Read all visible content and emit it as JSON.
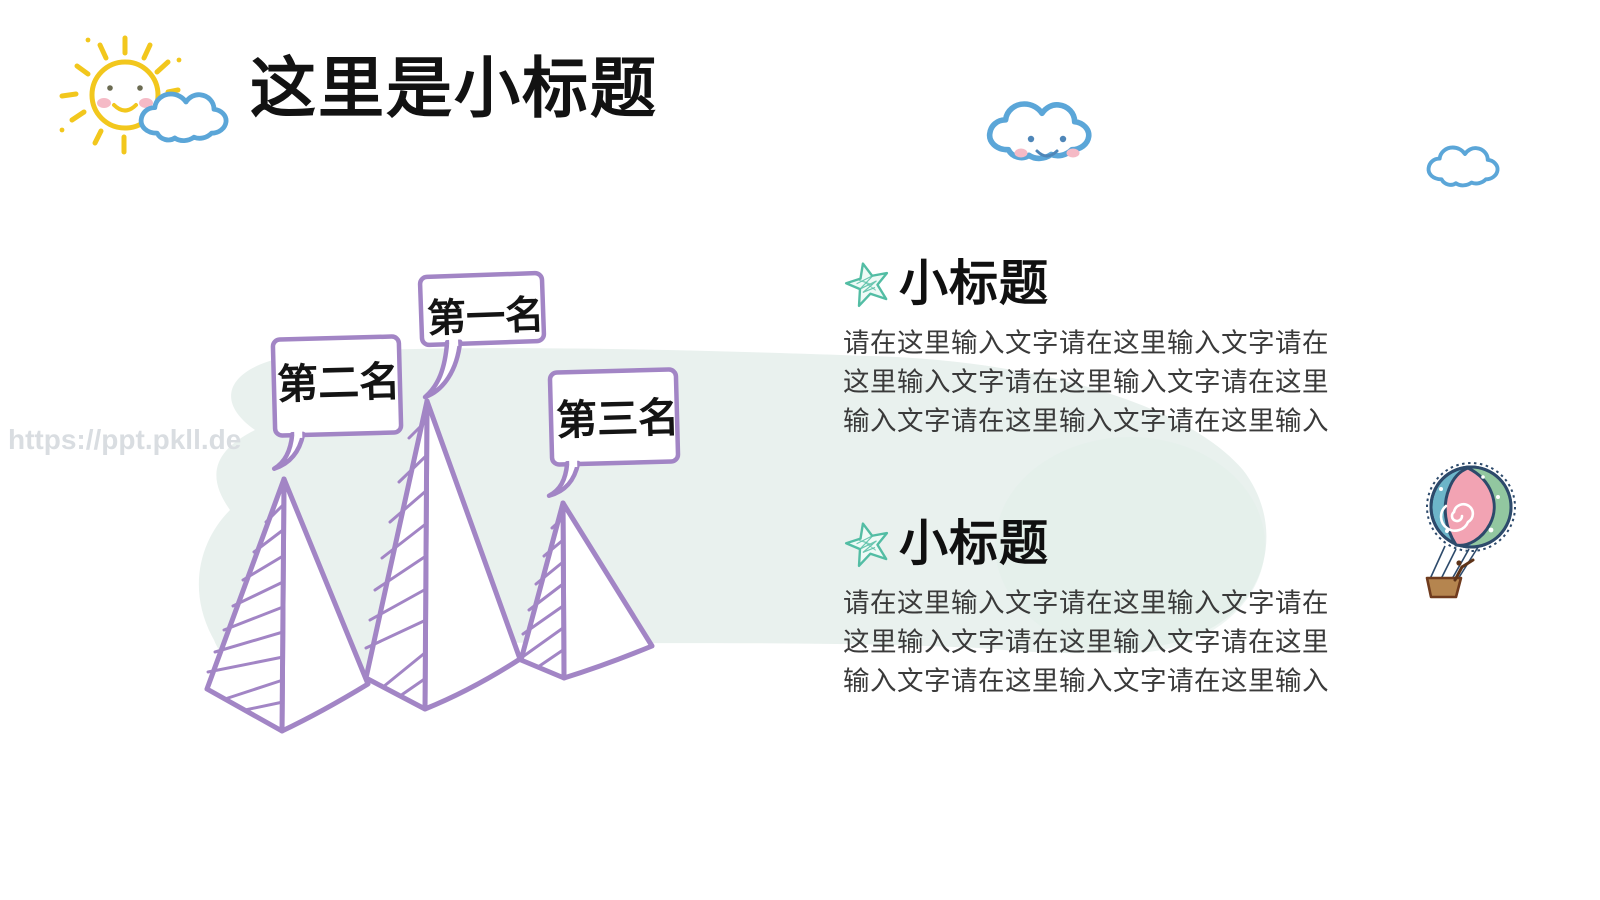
{
  "slide": {
    "title": "这里是小标题",
    "watermark": "https://ppt.pkll.de",
    "ranks": [
      {
        "label": "第一名"
      },
      {
        "label": "第二名"
      },
      {
        "label": "第三名"
      }
    ],
    "sections": [
      {
        "heading": "小标题",
        "body_lines": [
          "请在这里输入文字请在这里输入文字请在",
          "这里输入文字请在这里输入文字请在这里",
          "输入文字请在这里输入文字请在这里输入"
        ]
      },
      {
        "heading": "小标题",
        "body_lines": [
          "请在这里输入文字请在这里输入文字请在",
          "这里输入文字请在这里输入文字请在这里",
          "输入文字请在这里输入文字请在这里输入"
        ]
      }
    ],
    "icons": {
      "sun": "smiling-sun-icon",
      "cloud_over_sun": "cloud-icon",
      "cloud_face": "smiling-cloud-icon",
      "small_cloud": "cloud-icon",
      "section_bullet": "scribble-star-icon",
      "balloon": "hot-air-balloon-icon",
      "pyramids": "ranking-pyramids-illustration"
    },
    "colors": {
      "purple": "#a285c5",
      "teal_star": "#53bda4",
      "mint_blob": "#e9f1ee",
      "sun_yellow": "#f2c71d",
      "cloud_blue": "#5ba6d8",
      "cheek_pink": "#f5bac6",
      "balloon_navy": "#2d4a6b",
      "balloon_teal": "#6db5c9",
      "balloon_pink": "#f2a3b3",
      "balloon_green": "#92c7a0",
      "basket_brown": "#b5854f",
      "title_black": "#121212",
      "body_gray": "#3a3a3a",
      "watermark_gray": "#d9dde1"
    }
  }
}
